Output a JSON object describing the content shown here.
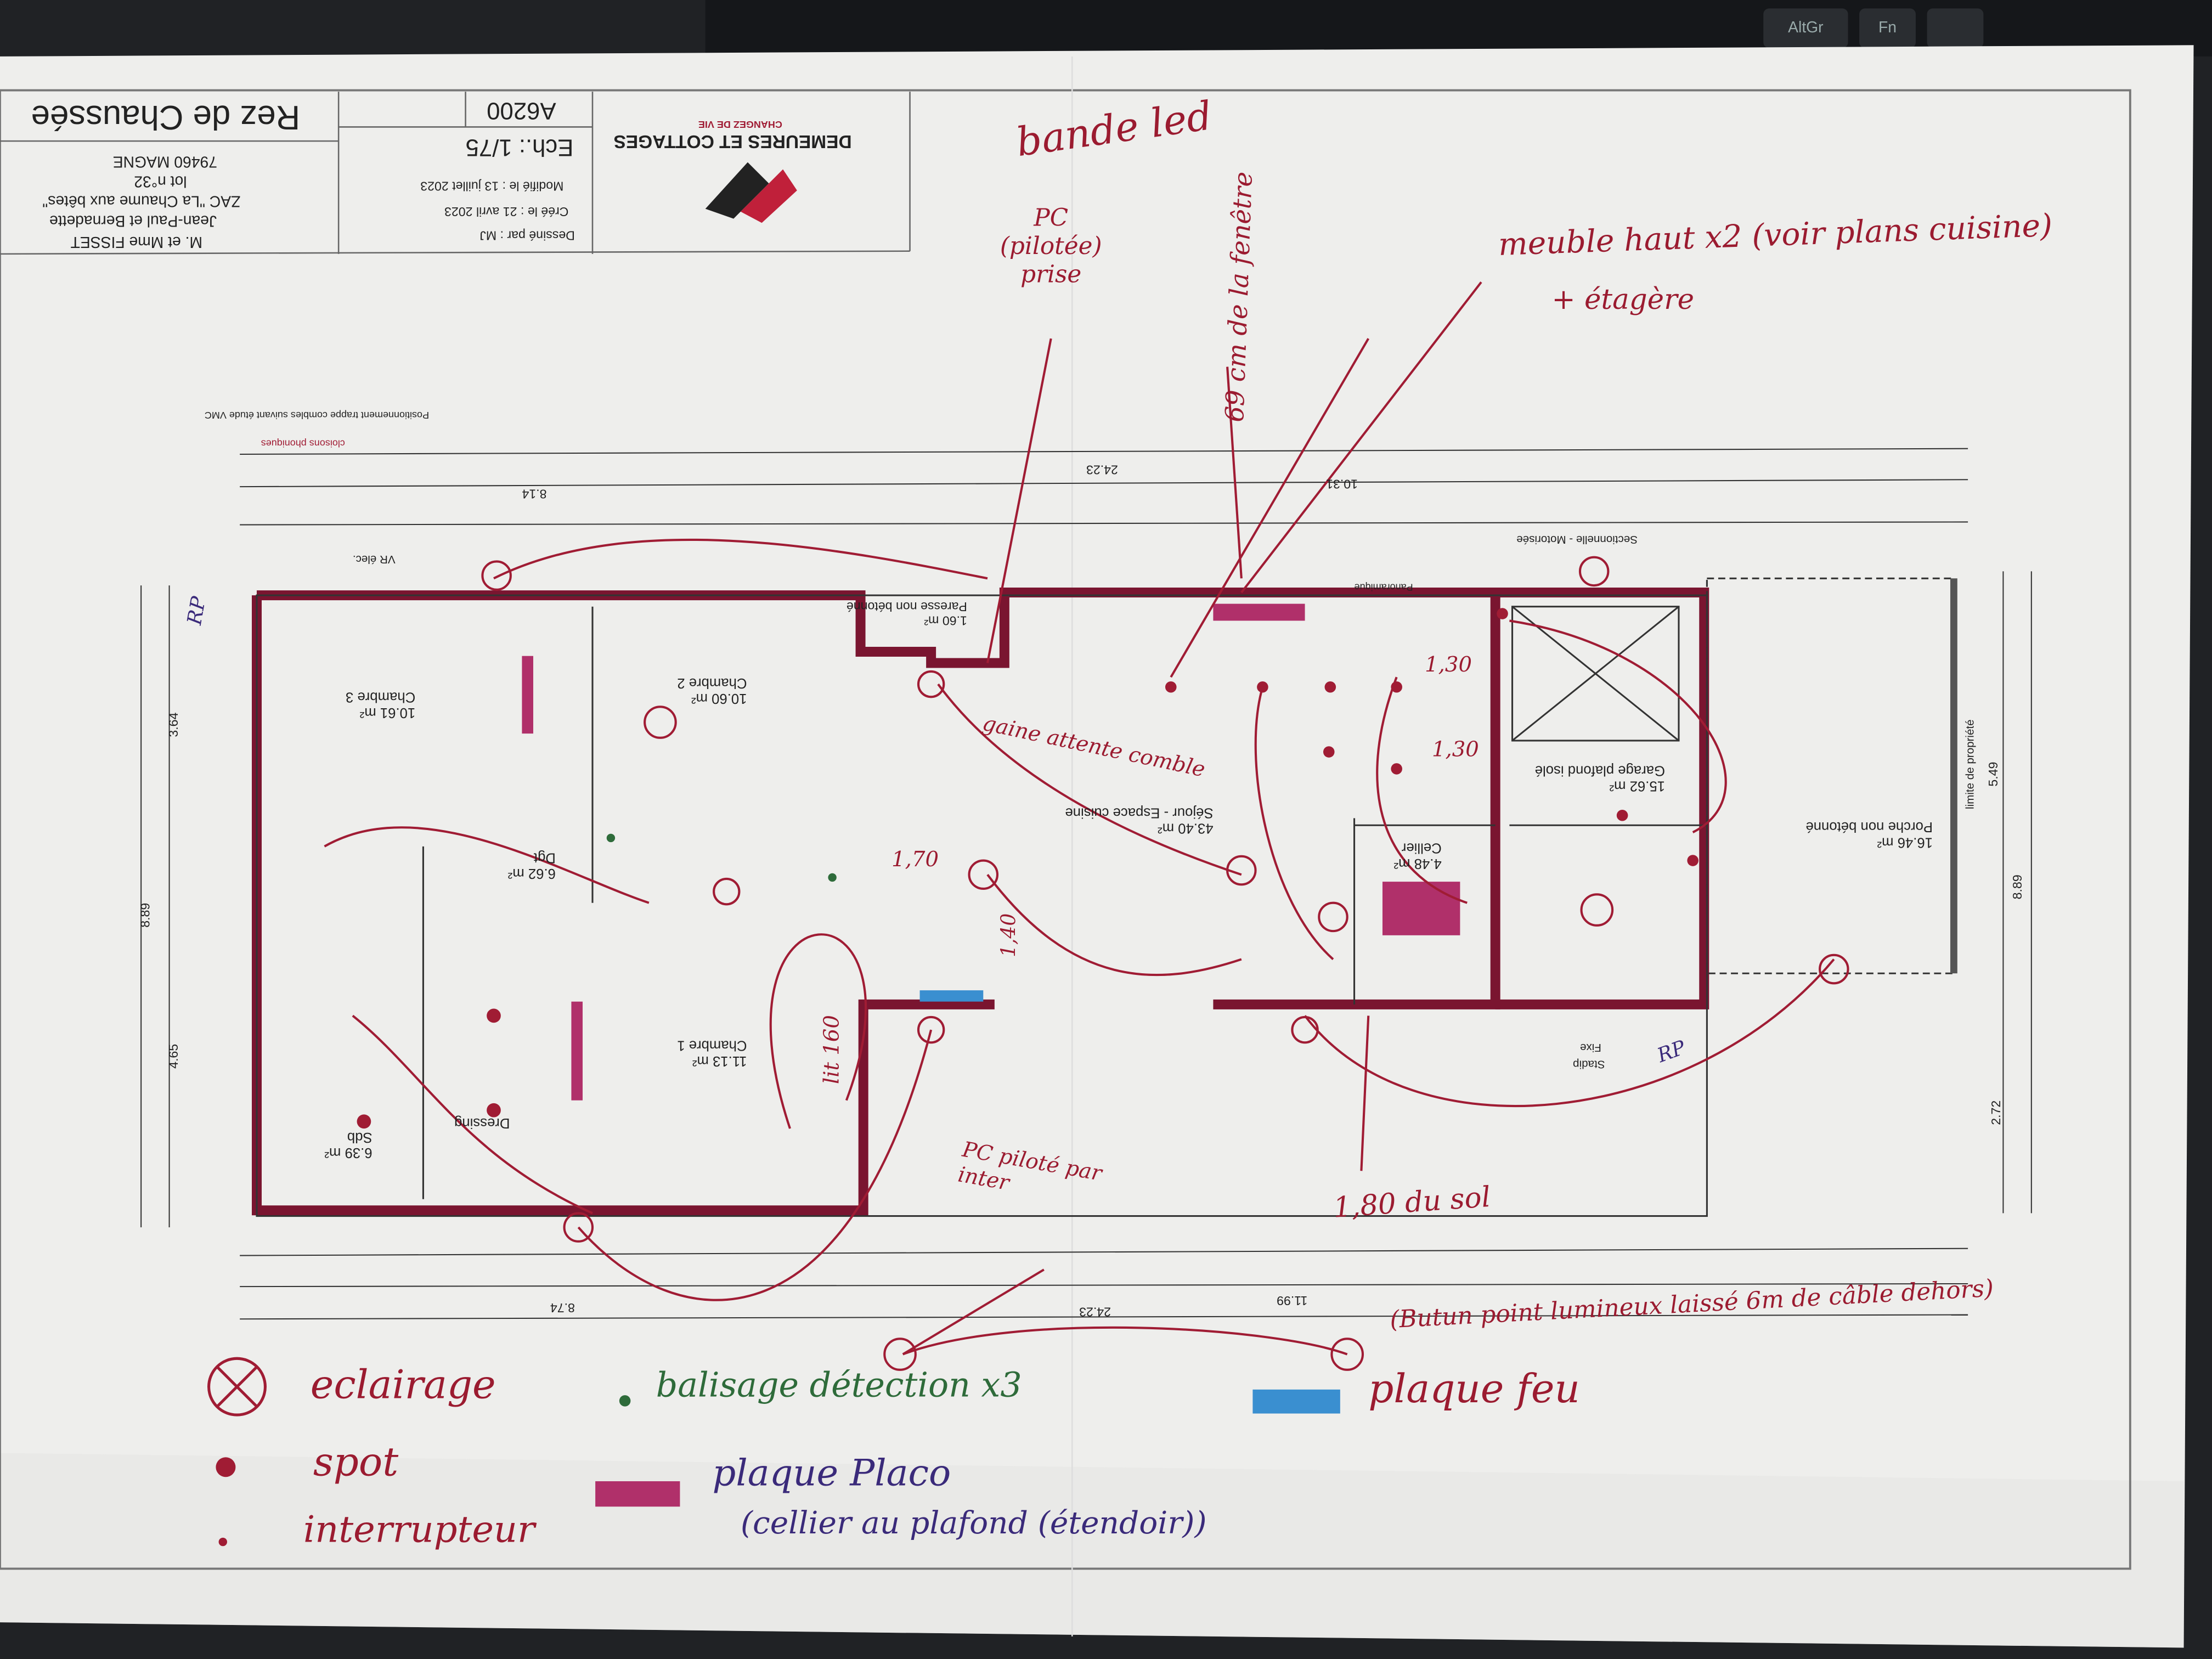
{
  "title_block": {
    "level": "Rez de Chaussée",
    "client": "M. et Mme FISSET",
    "client_names": "Jean-Paul et Bernadette",
    "zac": "ZAC \"La Chaume aux bêtes\"",
    "lot": "lot n°32",
    "city": "79460 MAGNE",
    "plan_ref": "A6200",
    "scale": "Ech.: 1/75",
    "drawn_by": "Dessiné par : MJ",
    "created": "Créé le : 21 avril 2023",
    "modified": "Modifié le : 13 juillet 2023",
    "company": "DEMEURES ET COTTAGES",
    "slogan": "CHANGEZ DE VIE"
  },
  "plan": {
    "notes": [
      "cloisons phoniques",
      "Positionnement trappe combles suivant étude VMC"
    ],
    "rooms": [
      {
        "name": "Séjour - Espace cuisine",
        "area": "43.40 m²"
      },
      {
        "name": "Chambre 2",
        "area": "10.60 m²"
      },
      {
        "name": "Chambre 3",
        "area": "10.61 m²"
      },
      {
        "name": "Chambre 1",
        "area": "11.13 m²"
      },
      {
        "name": "Dgt",
        "area": "6.62 m²"
      },
      {
        "name": "Cellier",
        "area": "4.48 m²"
      },
      {
        "name": "Garage plafond isolé",
        "area": "15.62 m²"
      },
      {
        "name": "Porche non bétonné",
        "area": "16.46 m²"
      },
      {
        "name": "Paresse non bétonné",
        "area": "1.60 m²"
      },
      {
        "name": "Dressing",
        "area": ""
      },
      {
        "name": "Sdb",
        "area": "6.39 m²"
      }
    ],
    "dimensions": {
      "total_top": "24.23",
      "total_bottom": "24.23",
      "part_a": "10.31",
      "part_b": "8.14",
      "part_c": "11.99",
      "part_d": "8.74",
      "height_left": "8.89",
      "height_right": "8.89",
      "seg_1": "3.64",
      "seg_2": "4.65",
      "seg_3": "5.49",
      "seg_4": "2.72"
    },
    "labels": [
      "VR élec.",
      "Sectionnelle - Motorisée",
      "Fixe",
      "Stadip",
      "limite de propriété",
      "Panoramique"
    ]
  },
  "annotations": {
    "bande_led": "bande led",
    "pc_pilotee": "PC (pilotée) prise",
    "fenetre": "69 cm de la fenêtre",
    "meuble": "meuble haut x2 (voir plans cuisine)",
    "etagere": "+ étagère",
    "gaine": "gaine attente comble",
    "h170": "1,70",
    "h130a": "1,30",
    "h130b": "1,30",
    "h140": "1,40",
    "lit": "lit 160",
    "pc_inter": "PC piloté par inter",
    "sol": "1,80 du sol",
    "rp_left": "RP",
    "rp_right": "RP",
    "dehors": "(Butun point lumineux laissé 6m de câble dehors)"
  },
  "legend": {
    "eclairage": "eclairage",
    "spot": "spot",
    "interrupteur": "interrupteur",
    "balisage": "balisage détection x3",
    "placo": "plaque Placo",
    "placo_note": "(cellier au plafond (étendoir))",
    "feu": "plaque feu",
    "colors": {
      "ink": "#9b1b30",
      "green": "#2e6b3a",
      "placo": "#b0306a",
      "feu": "#3a8fd0",
      "purple": "#3a2a7a"
    }
  },
  "keyboard": {
    "altgr": "AltGr",
    "fn": "Fn"
  }
}
